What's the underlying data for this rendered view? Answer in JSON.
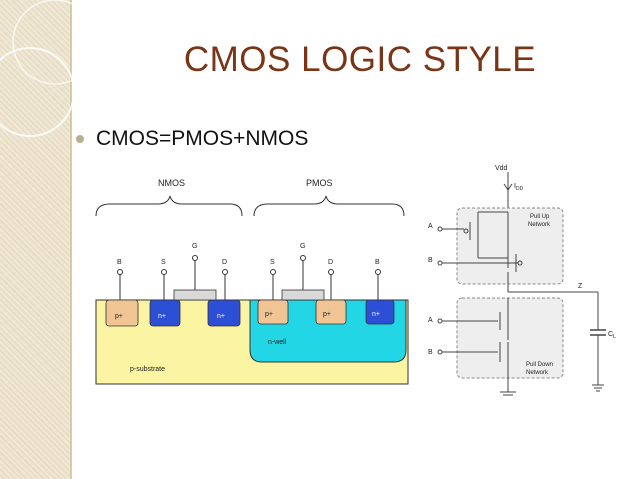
{
  "slide": {
    "title": "CMOS LOGIC STYLE",
    "bullet": "CMOS=PMOS+NMOS"
  },
  "cross_section": {
    "nmos_label": "NMOS",
    "pmos_label": "PMOS",
    "terminals_left": [
      "B",
      "S",
      "G",
      "D"
    ],
    "terminals_right": [
      "S",
      "G",
      "D",
      "B"
    ],
    "regions_left": [
      "p+",
      "n+",
      "n+"
    ],
    "regions_right": [
      "p+",
      "p+",
      "n+"
    ],
    "well_label": "n-well",
    "substrate_label": "p-substrate",
    "colors": {
      "substrate": "#fbf4a2",
      "n_well": "#22d6e6",
      "p_plus": "#f0c493",
      "n_plus": "#2d4fd6",
      "gate": "#d9d9d9"
    }
  },
  "circuit": {
    "vdd": "Vdd",
    "idd": "I",
    "idd_sub": "DD",
    "input_a": "A",
    "input_b": "B",
    "output": "Z",
    "pull_up": [
      "Pull Up",
      "Network"
    ],
    "pull_down": [
      "Pull Down",
      "Network"
    ],
    "cap": "C",
    "cap_sub": "L"
  }
}
